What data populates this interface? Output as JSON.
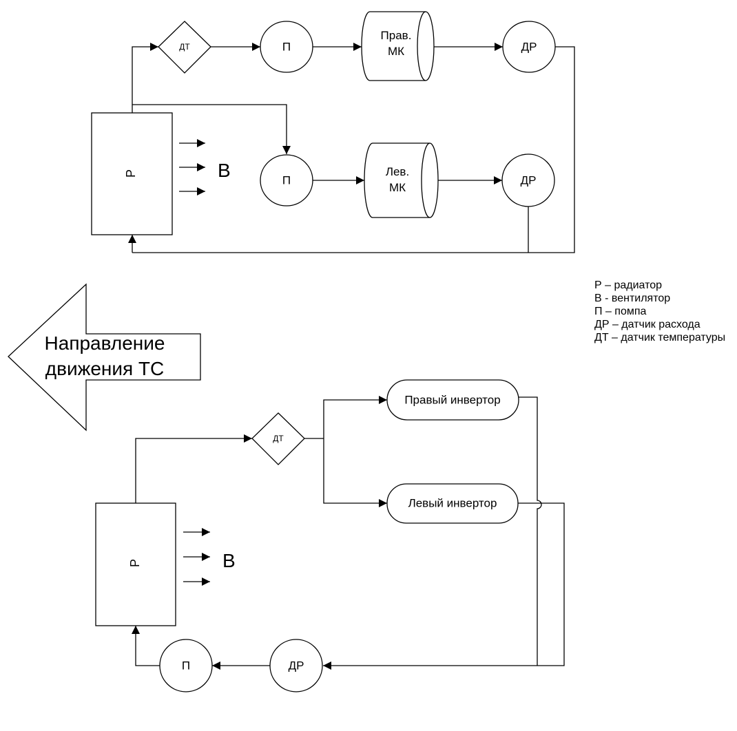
{
  "top_circuit": {
    "radiator": "Р",
    "fan": "В",
    "sensor_temp": "ДТ",
    "pump_right": "П",
    "pump_left": "П",
    "motor_right": "Прав.\nМК",
    "motor_right_line1": "Прав.",
    "motor_right_line2": "МК",
    "motor_left_line1": "Лев.",
    "motor_left_line2": "МК",
    "flow_right": "ДР",
    "flow_left": "ДР"
  },
  "direction_arrow": {
    "line1": "Направление",
    "line2": "движения ТС"
  },
  "legend": [
    "Р – радиатор",
    "В - вентилятор",
    "П – помпа",
    "ДР – датчик расхода",
    "ДТ – датчик температуры"
  ],
  "bottom_circuit": {
    "radiator": "Р",
    "fan": "В",
    "sensor_temp": "ДТ",
    "inverter_right": "Правый инвертор",
    "inverter_left": "Левый инвертор",
    "flow": "ДР",
    "pump": "П"
  }
}
